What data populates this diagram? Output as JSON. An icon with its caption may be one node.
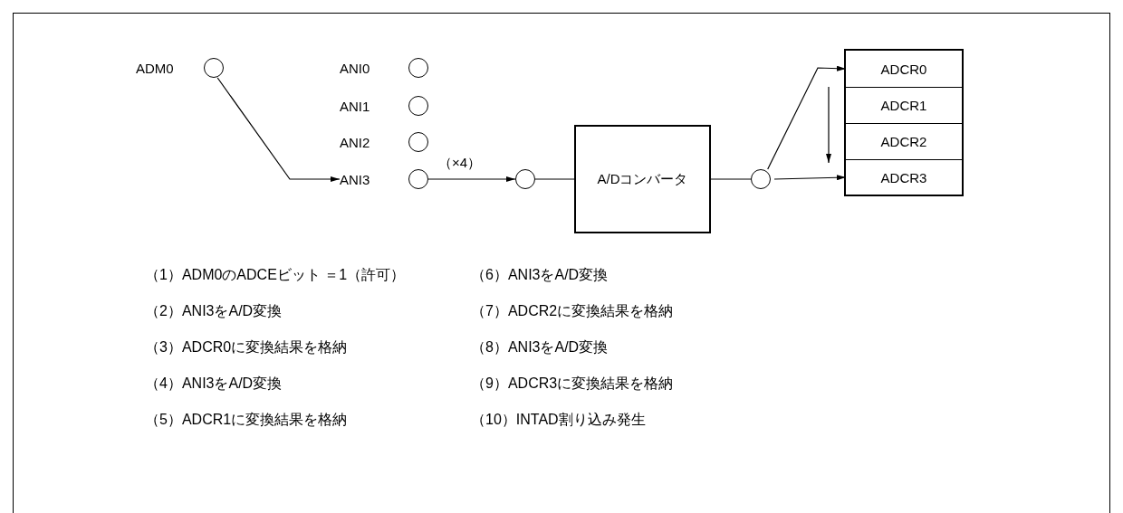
{
  "diagram": {
    "nodes": [
      {
        "text": [],
        "shape": "circle",
        "beside": [
          "ADM0"
        ]
      },
      {
        "text": [],
        "shape": "circle",
        "beside": [
          "ANI0"
        ]
      },
      {
        "text": [],
        "shape": "circle",
        "beside": [
          "ANI1"
        ]
      },
      {
        "text": [],
        "shape": "circle",
        "beside": [
          "ANI2"
        ]
      },
      {
        "text": [],
        "shape": "circle",
        "beside": [
          "ANI3"
        ]
      },
      {
        "text": [],
        "shape": "circle"
      },
      {
        "text": [
          "A/Dコンバータ"
        ]
      },
      {
        "text": [],
        "shape": "circle"
      },
      {
        "text": [],
        "shape": "box"
      },
      {
        "text": [
          "ADCR0"
        ],
        "in": 8
      },
      {
        "text": [
          "ADCR1"
        ],
        "in": 8
      },
      {
        "text": [
          "ADCR2"
        ],
        "in": 8
      },
      {
        "text": [
          "ADCR3"
        ],
        "in": 8
      }
    ],
    "edges": [
      {
        "from": 0,
        "to": 4,
        "arrow": "to"
      },
      {
        "from": 4,
        "to": 5,
        "arrow": "to",
        "label": "（×4）"
      },
      {
        "from": 5,
        "to": 6,
        "arrow": "none"
      },
      {
        "from": 6,
        "to": 7,
        "arrow": "none"
      },
      {
        "from": 7,
        "to": 9,
        "arrow": "to"
      },
      {
        "from": 7,
        "to": 12,
        "arrow": "to"
      }
    ],
    "labels": [
      "（1）ADM0のADCEビット ＝1（許可）",
      "（6）ANI3をA/D変換",
      "（2）ANI3をA/D変換",
      "（7）ADCR2に変換結果を格納",
      "（3）ADCR0に変換結果を格納",
      "（8）ANI3をA/D変換",
      "（4）ANI3をA/D変換",
      "（9）ADCR3に変換結果を格納",
      "（5）ADCR1に変換結果を格納",
      "（10）INTAD割り込み発生"
    ]
  }
}
